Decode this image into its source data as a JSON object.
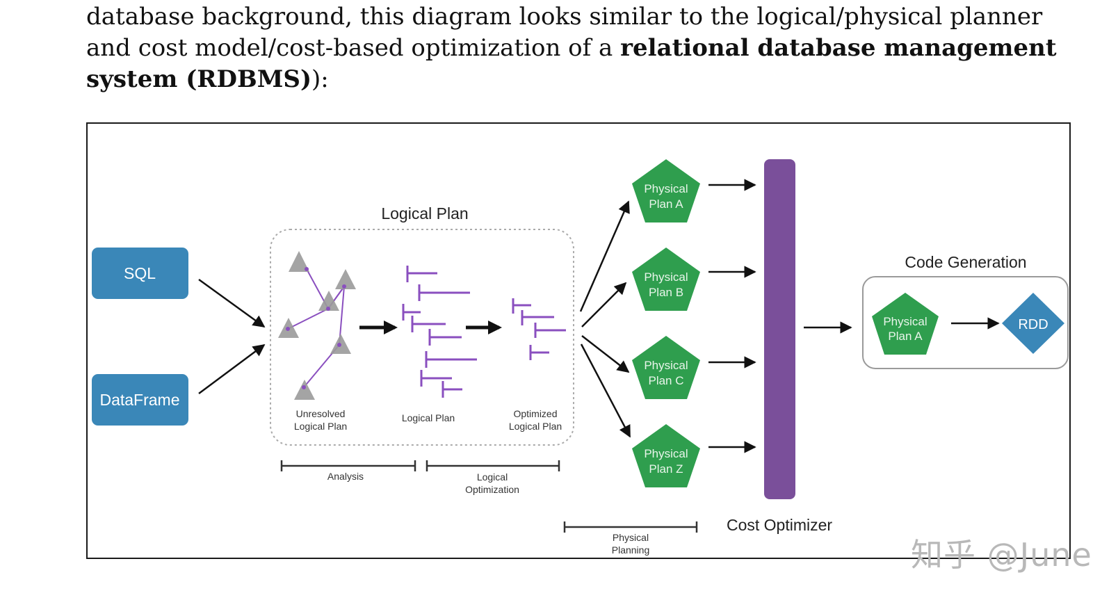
{
  "paragraph": {
    "line1": "database background, this diagram looks similar to the logical/physical planner",
    "line2_pre": "and cost model/cost-based optimization of a ",
    "line2_bold": "relational database management",
    "line3_bold": "system (RDBMS)",
    "line3_post": "):"
  },
  "diagram": {
    "inputs": {
      "sql": "SQL",
      "dataframe": "DataFrame"
    },
    "logical_plan": {
      "title": "Logical Plan",
      "unresolved_line1": "Unresolved",
      "unresolved_line2": "Logical Plan",
      "logical": "Logical Plan",
      "optimized_line1": "Optimized",
      "optimized_line2": "Logical Plan"
    },
    "phases": {
      "analysis": "Analysis",
      "logical_opt_line1": "Logical",
      "logical_opt_line2": "Optimization",
      "physical_line1": "Physical",
      "physical_line2": "Planning"
    },
    "physical_plans": [
      {
        "line1": "Physical",
        "line2": "Plan A"
      },
      {
        "line1": "Physical",
        "line2": "Plan B"
      },
      {
        "line1": "Physical",
        "line2": "Plan C"
      },
      {
        "line1": "Physical",
        "line2": "Plan Z"
      }
    ],
    "cost_optimizer": "Cost Optimizer",
    "code_generation": {
      "title": "Code Generation",
      "plan_line1": "Physical",
      "plan_line2": "Plan A",
      "rdd": "RDD"
    },
    "colors": {
      "blue": "#3a87b8",
      "green": "#2f9e4e",
      "purple": "#7a4f9a",
      "tree_purple": "#8a4fbf",
      "gray": "#9a9a9a"
    }
  },
  "watermark": "知乎 @June"
}
